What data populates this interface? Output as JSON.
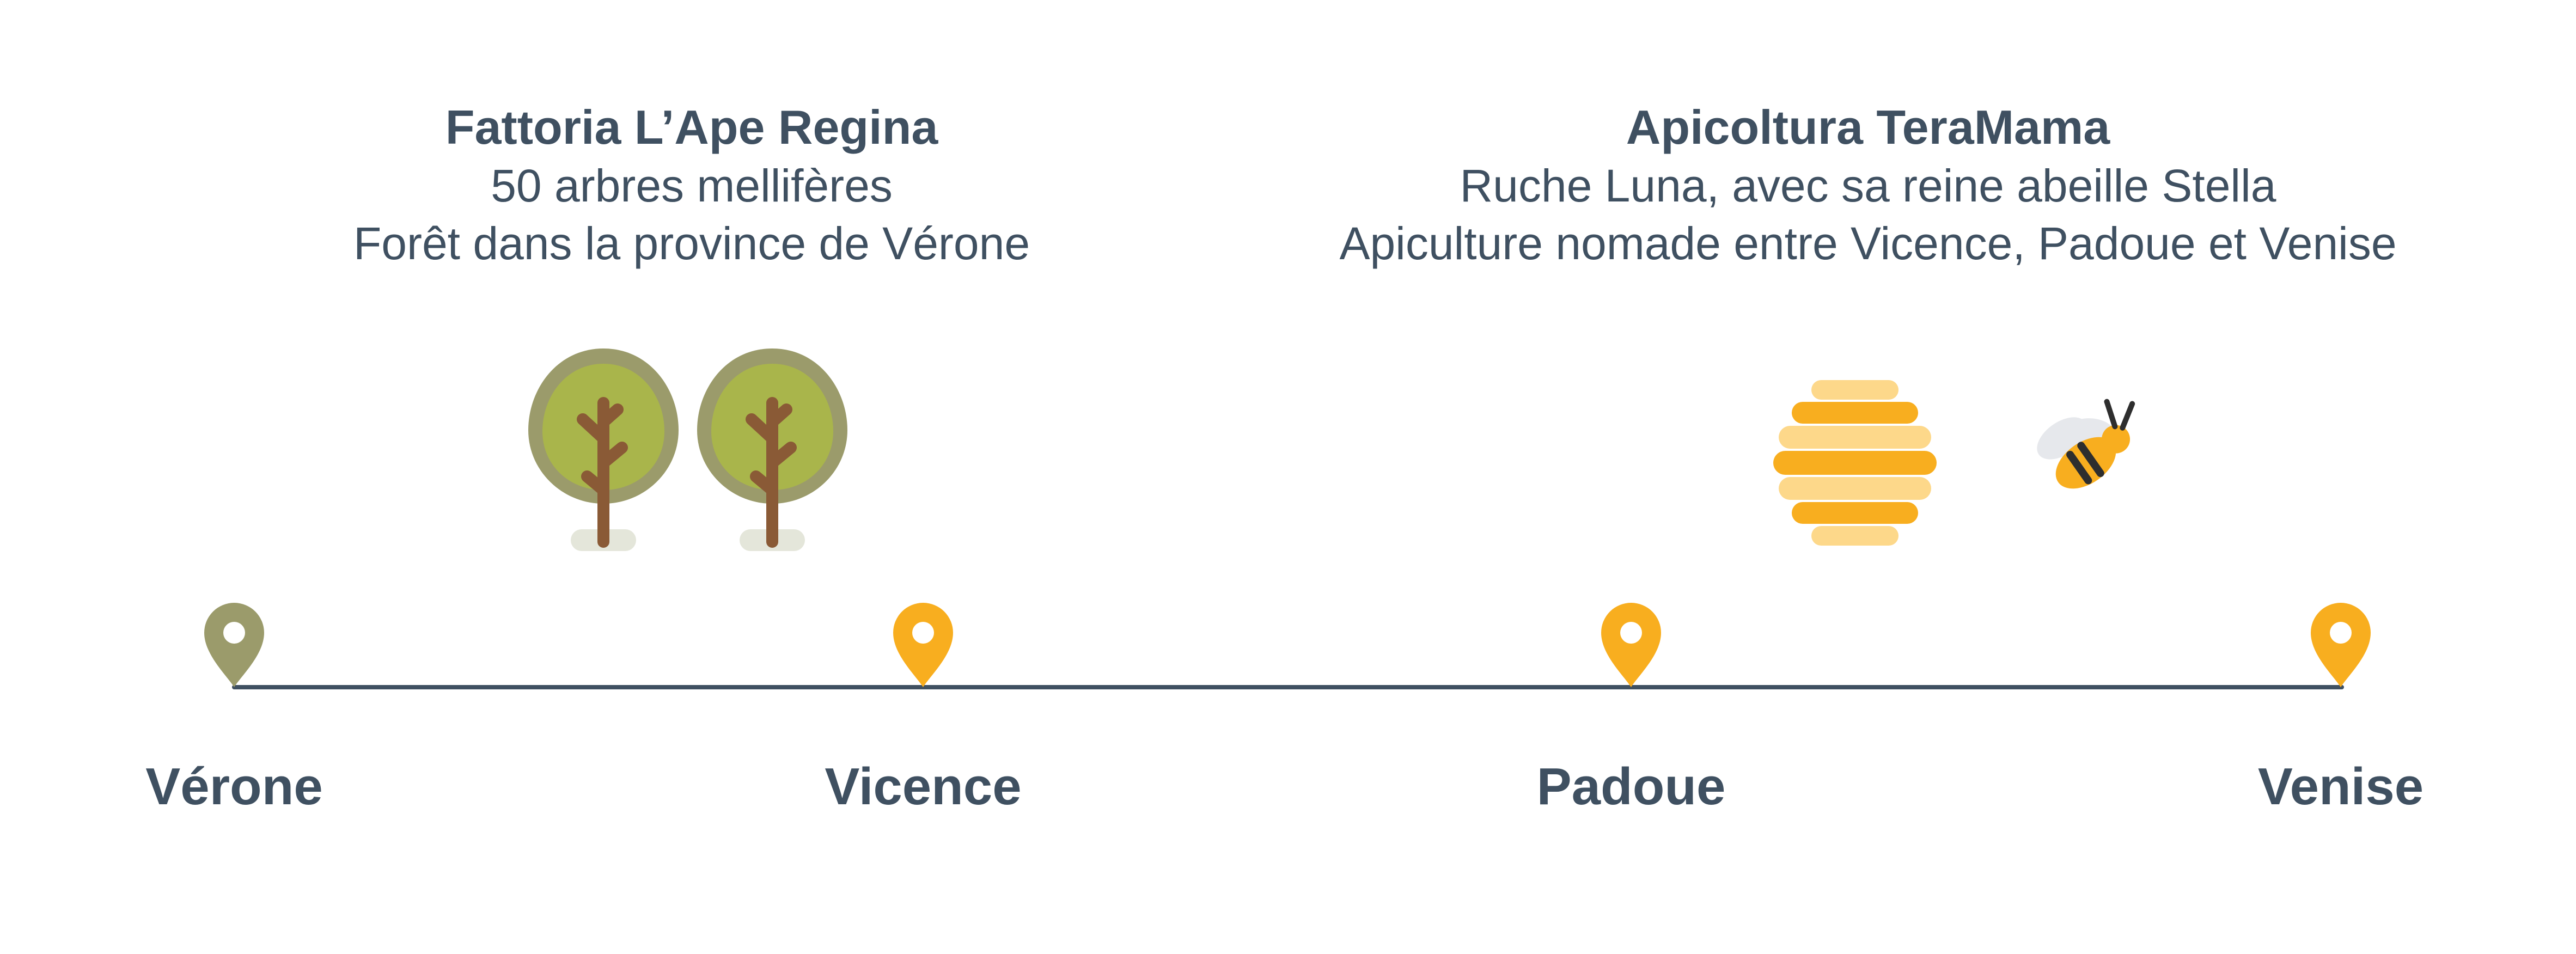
{
  "colors": {
    "text": "#3f5061",
    "line": "#3f5061",
    "olive_pin": "#9b9b6b",
    "yellow_pin": "#f8ae1f",
    "tree_outer": "#9b9b6b",
    "tree_inner": "#a9b54b",
    "trunk": "#8a5a36",
    "tree_shadow": "#e4e6da",
    "hive_dark": "#f8ae1f",
    "hive_light": "#fdd88a",
    "bee_wing": "#e6e8ec",
    "bee_stripe": "#2e2e2e"
  },
  "farm": {
    "title": "Fattoria L’Ape Regina",
    "line1": "50 arbres mellifères",
    "line2": "Forêt dans la province de Vérone",
    "icon": "tree-icon"
  },
  "apiary": {
    "title": "Apicoltura TeraMama",
    "line1": "Ruche Luna, avec sa reine abeille Stella",
    "line2": "Apiculture nomade entre Vicence, Padoue et Venise",
    "icons": [
      "beehive-icon",
      "bee-icon"
    ]
  },
  "timeline": {
    "cities": [
      {
        "name": "Vérone",
        "pin": "olive"
      },
      {
        "name": "Vicence",
        "pin": "yellow"
      },
      {
        "name": "Padoue",
        "pin": "yellow"
      },
      {
        "name": "Venise",
        "pin": "yellow"
      }
    ]
  }
}
